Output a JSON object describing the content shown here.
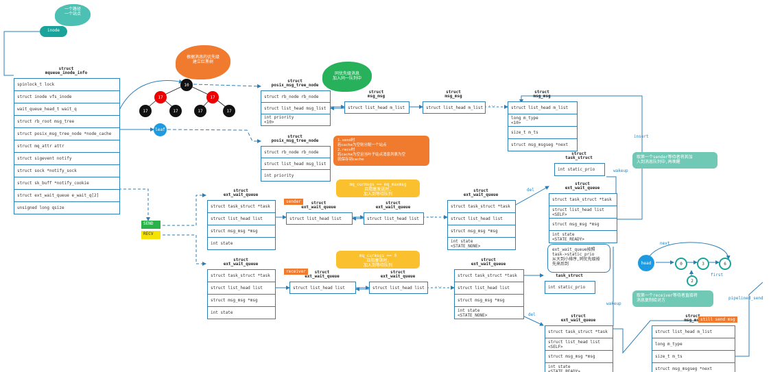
{
  "diagram": {
    "inode_badge": "inode",
    "cloud_one_path": "一个路径\n一个站点",
    "cloud_hint": "根据消息的优先级\n建立红黑树",
    "cloud_same_prio": "同优先级消息\n加入同一队列中",
    "tree_nodes": {
      "root": "10",
      "r1": "17",
      "r2": "17",
      "b1": "17",
      "b2": "17",
      "b3": "17",
      "b4": "17",
      "leaf": "leaf"
    },
    "mqueue_inode_info": {
      "title": "struct\nmqueue_inode_info",
      "rows": [
        "spinlock_t lock",
        "struct inode vfs_inode",
        "wait_queue_head_t wait_q",
        "struct rb_root msg_tree",
        "struct posix_msg_tree_node *node_cache",
        "struct mq_attr attr",
        "struct sigevent notify",
        "struct sock *notify_sock",
        "struct sk_buff *notify_cookie",
        "struct ext_wait_queue e_wait_q[2]",
        "unsigned long qsize"
      ]
    },
    "tree_node_1": {
      "title": "struct\nposix_msg_tree_node",
      "rows": [
        "struct rb_node rb_node",
        "struct list_head msg_list",
        "int priority\n<10>"
      ]
    },
    "tree_node_2": {
      "title": "struct\nposix_msg_tree_node",
      "rows": [
        "struct rb_node rb_node",
        "struct list_head msg_list",
        "int priority"
      ]
    },
    "msg_a": {
      "title": "struct\nmsg_msg",
      "rows": [
        "struct list_head m_list"
      ]
    },
    "msg_b": {
      "title": "struct\nmsg_msg",
      "rows": [
        "struct list_head m_list"
      ]
    },
    "msg_c": {
      "title": "struct\nmsg_msg",
      "rows": [
        "struct list_head m_list",
        "long m_type\n<10>",
        "size_t m_ts",
        "struct msg_msgseg *next"
      ]
    },
    "note_cache": "1.send时\n若cache为空则分配一个站点\n2.recv时\n若cache为空且当叶子站点消息列表为空\n就保存到cache",
    "note_send_wait": "mq_curmsgs == mq_maxmsg\n且阻塞发送时,\n加入到等待队列",
    "note_recv_wait": "mq_curmsgs == 0\n且阻塞读时,\n加入到等待队列",
    "task_struct_top": {
      "title": "struct\ntask_struct",
      "rows": [
        "int static_prio"
      ]
    },
    "ewq_send_head": {
      "title": "struct\next_wait_queue",
      "rows": [
        "struct task_struct *task",
        "struct list_head list",
        "struct msg_msg *msg",
        "int state"
      ]
    },
    "ewq_send_1": {
      "title": "struct\next_wait_queue",
      "rows": [
        "struct list_head list"
      ]
    },
    "ewq_send_2": {
      "title": "struct\next_wait_queue",
      "rows": [
        "struct list_head list"
      ]
    },
    "ewq_send_3": {
      "title": "struct\next_wait_queue",
      "rows": [
        "struct task_struct *task",
        "struct list_head list",
        "struct msg_msg *msg",
        "int state\n<STATE_NONE>"
      ]
    },
    "ewq_send_ready": {
      "title": "struct\next_wait_queue",
      "rows": [
        "struct task_struct *task",
        "struct list_head list\n<SELF>",
        "struct msg_msg *msg",
        "int state\n<STATE_READY>"
      ]
    },
    "sender_tag": "sender",
    "receiver_tag": "receiver",
    "send_tag": "SEND",
    "recv_tag": "RECV",
    "note_sender_wake": "取第一个sender等待者将其加\n入到消息队列中,再唤醒",
    "note_receiver_wake": "取第一个receiver等待者直接将\n消息复制给对方",
    "note_prio": "ext_wait_queue按照\ntask->static_prio\n从大到小排序,同优先级按\n先来后到",
    "ewq_recv_head": {
      "title": "struct\next_wait_queue",
      "rows": [
        "struct task_struct *task",
        "struct list_head list",
        "struct msg_msg *msg",
        "int state"
      ]
    },
    "ewq_recv_1": {
      "title": "struct\next_wait_queue",
      "rows": [
        "struct list_head list"
      ]
    },
    "ewq_recv_2": {
      "title": "struct\next_wait_queue",
      "rows": [
        "struct list_head list"
      ]
    },
    "ewq_recv_3": {
      "title": "struct\next_wait_queue",
      "rows": [
        "struct task_struct *task",
        "struct list_head list",
        "struct msg_msg *msg",
        "int state\n<STATE_NONE>"
      ]
    },
    "task_struct_bottom": {
      "title": "struct\ntask_struct",
      "rows": [
        "int static_prio"
      ]
    },
    "ewq_recv_ready": {
      "title": "struct\next_wait_queue",
      "rows": [
        "struct task_struct *task",
        "struct list_head list\n<SELF>",
        "struct msg_msg *msg",
        "int state\n<STATE_READY>"
      ]
    },
    "msg_pipelined": {
      "title": "struct\nmsg_msg",
      "rows": [
        "struct list_head m_list",
        "long m_type",
        "size_t m_ts",
        "struct msg_msgseg *next"
      ]
    },
    "still_send_tag": "still send msg",
    "labels": {
      "insert": "insert",
      "wakeup1": "wakeup",
      "del1": "del",
      "wakeup2": "wakeup",
      "del2": "del",
      "pipelined_send": "pipelined_send",
      "head": "head",
      "next": "next",
      "first": "first",
      "n0": "0",
      "n3": "3",
      "n6": "6",
      "n2": "2",
      "dots1": "...",
      "dots2": "...",
      "dots3": "...",
      "dots4": "...",
      "dots5": "...",
      "dots6": "..."
    }
  }
}
